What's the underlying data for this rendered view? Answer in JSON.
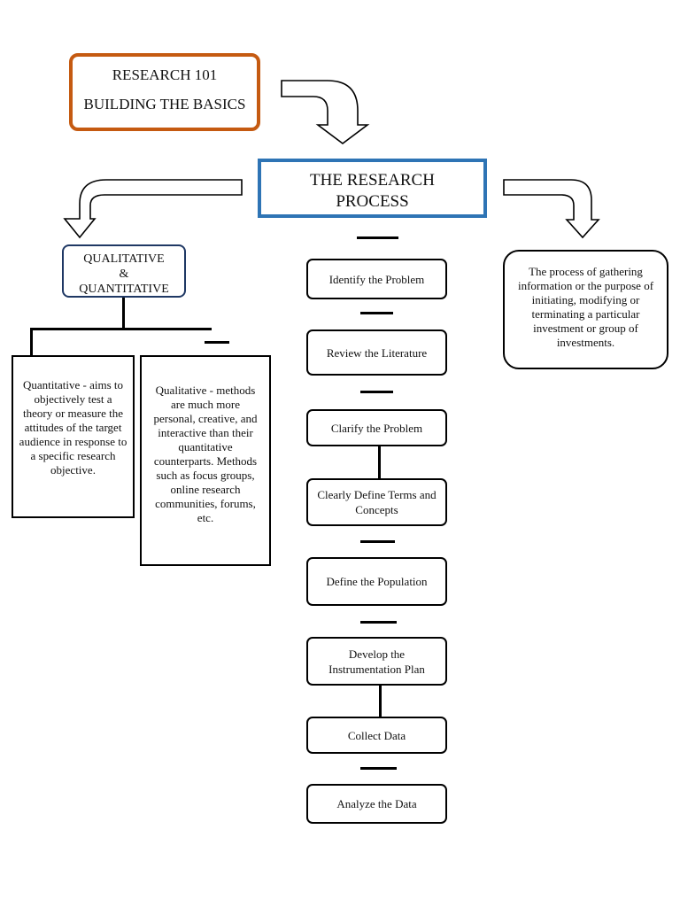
{
  "title": {
    "line1": "RESEARCH 101",
    "line2": "BUILDING THE BASICS"
  },
  "process": {
    "line1": "THE RESEARCH",
    "line2": "PROCESS"
  },
  "qq": {
    "line1": "QUALITATIVE",
    "line2": "&",
    "line3": "QUANTITATIVE"
  },
  "definition": "The process of gathering information or the purpose of initiating, modifying or terminating a particular investment or group of investments.",
  "quantitative": "Quantitative - aims to objectively test a theory or measure the attitudes of the target audience in response to a specific research objective.",
  "qualitative": "Qualitative - methods are much more personal, creative, and interactive than their quantitative counterparts. Methods such as focus groups, online research communities, forums, etc.",
  "steps": [
    "Identify the Problem",
    "Review the Literature",
    "Clarify the Problem",
    "Clearly Define Terms and Concepts",
    "Define the Population",
    "Develop the Instrumentation Plan",
    "Collect Data",
    "Analyze the Data"
  ],
  "colors": {
    "title_border": "#c55a11",
    "process_border": "#2e74b5",
    "qq_border": "#1f3864"
  }
}
